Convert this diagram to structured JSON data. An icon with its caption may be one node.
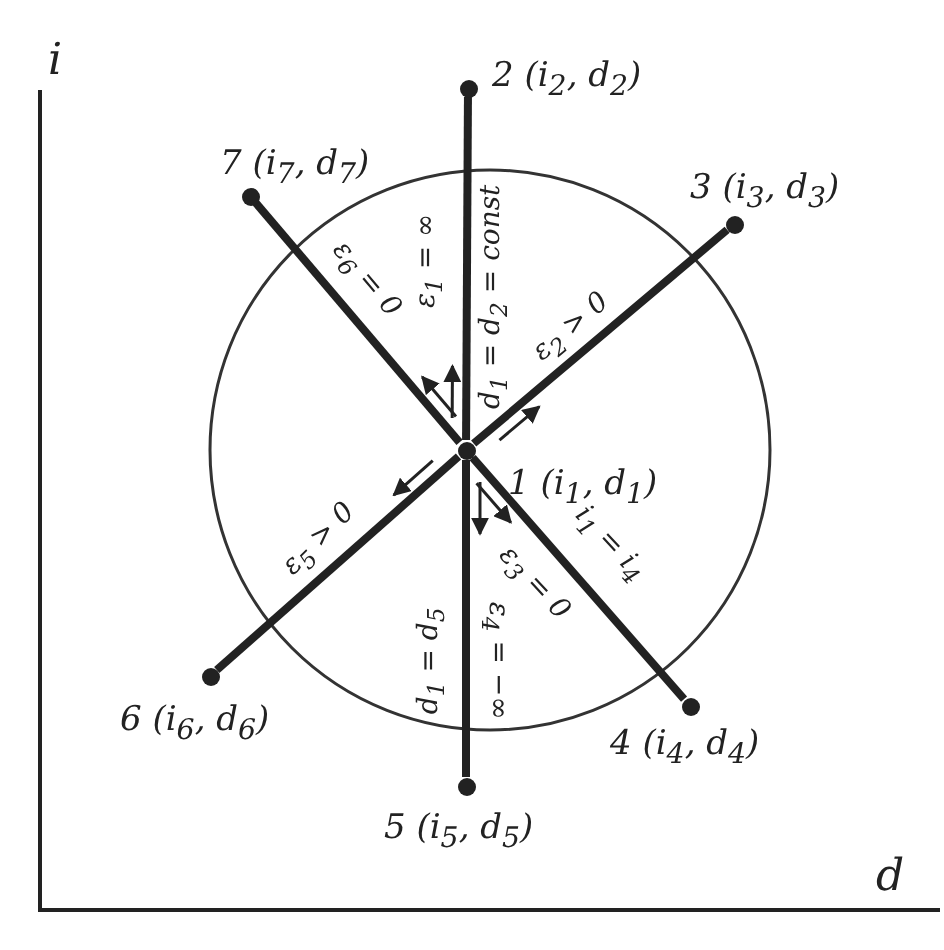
{
  "diagram": {
    "nodes": [
      {
        "text": [
          "1 (i$_{1}$, d$_{1}$)"
        ]
      },
      {
        "text": [
          "2 (i$_{2}$, d$_{2}$)"
        ]
      },
      {
        "text": [
          "3 (i$_{3}$, d$_{3}$)"
        ]
      },
      {
        "text": [
          "4 (i$_{4}$, d$_{4}$)"
        ]
      },
      {
        "text": [
          "5 (i$_{5}$, d$_{5}$)"
        ]
      },
      {
        "text": [
          "6 (i$_{6}$, d$_{6}$)"
        ]
      },
      {
        "text": [
          "7 (i$_{7}$, d$_{7}$)"
        ]
      }
    ],
    "edges": [
      {
        "from": 0,
        "to": 1,
        "arrow": "none",
        "label": "ε$_{1}$ = ∞"
      },
      {
        "from": 0,
        "to": 2,
        "arrow": "none",
        "label": "ε$_{2}$ > 0"
      },
      {
        "from": 0,
        "to": 3,
        "arrow": "none",
        "label": "ε$_{3}$ = 0"
      },
      {
        "from": 0,
        "to": 4,
        "arrow": "none",
        "label": "ε$_{4}$ = −∞"
      },
      {
        "from": 0,
        "to": 5,
        "arrow": "none",
        "label": "ε$_{5}$ > 0"
      },
      {
        "from": 0,
        "to": 6,
        "arrow": "none",
        "label": "ε$_{6}$ = 0"
      }
    ],
    "labels": [
      "i",
      "d",
      "d$_{1}$ = d$_{2}$ = const",
      "i$_{1}$ = i$_{4}$",
      "d$_{1}$ = d$_{5}$"
    ]
  }
}
